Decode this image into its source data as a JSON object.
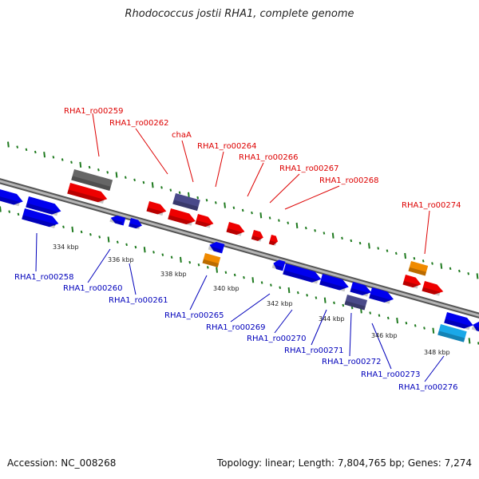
{
  "title": "Rhodococcus jostii RHA1, complete genome",
  "footer": {
    "accession": "Accession: NC_008268",
    "summary": "Topology: linear; Length: 7,804,765 bp; Genes: 7,274"
  },
  "colors": {
    "backbone": "#8a8a8a",
    "ticks": "#1f7a1f",
    "top_label": "#dd0000",
    "bottom_label": "#0000bb",
    "gene_red": "#ee0000",
    "gene_blue": "#0000ee",
    "gene_gray": "#666666",
    "gene_slate": "#4a4a8a",
    "gene_orange": "#f08a00",
    "gene_cyan": "#1aa8e8"
  },
  "scale_labels": [
    "334 kbp",
    "336 kbp",
    "338 kbp",
    "340 kbp",
    "342 kbp",
    "344 kbp",
    "346 kbp",
    "348 kbp"
  ],
  "top_labels": [
    "RHA1_ro00259",
    "RHA1_ro00262",
    "chaA",
    "RHA1_ro00264",
    "RHA1_ro00266",
    "RHA1_ro00267",
    "RHA1_ro00268",
    "RHA1_ro00274"
  ],
  "bottom_labels": [
    "RHA1_ro00258",
    "RHA1_ro00260",
    "RHA1_ro00261",
    "RHA1_ro00265",
    "RHA1_ro00269",
    "RHA1_ro00270",
    "RHA1_ro00271",
    "RHA1_ro00272",
    "RHA1_ro00273",
    "RHA1_ro00276"
  ]
}
